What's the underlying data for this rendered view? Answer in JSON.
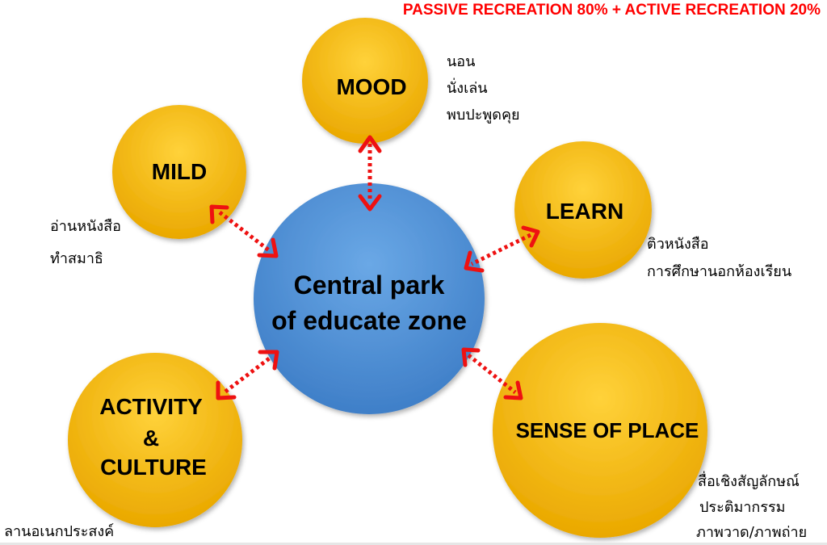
{
  "header": {
    "title": "PASSIVE RECREATION 80% +  ACTIVE RECREATION 20%"
  },
  "central": {
    "line1": "Central park",
    "line2": "of educate zone"
  },
  "nodes": {
    "mood": {
      "label": "MOOD",
      "notes": [
        "นอน",
        "นั่งเล่น",
        "พบปะพูดคุย"
      ]
    },
    "mild": {
      "label": "MILD",
      "notes": [
        "อ่านหนังสือ",
        "ทำสมาธิ"
      ]
    },
    "learn": {
      "label": "LEARN",
      "notes": [
        "ติวหนังสือ",
        "การศึกษานอกห้องเรียน"
      ]
    },
    "activity": {
      "label1": "ACTIVITY",
      "label2": "&",
      "label3": "CULTURE",
      "notes": [
        "ลานอเนกประสงค์"
      ]
    },
    "sense": {
      "label": "SENSE OF PLACE",
      "notes": [
        "สื่อเชิงสัญลักษณ์",
        "ประติมากรรม",
        "ภาพวาด/ภาพถ่าย"
      ]
    }
  },
  "colors": {
    "circle": "#fbbf1a",
    "central": "#4a8fd6",
    "arrow": "#ee1111",
    "title": "#ff0000"
  }
}
